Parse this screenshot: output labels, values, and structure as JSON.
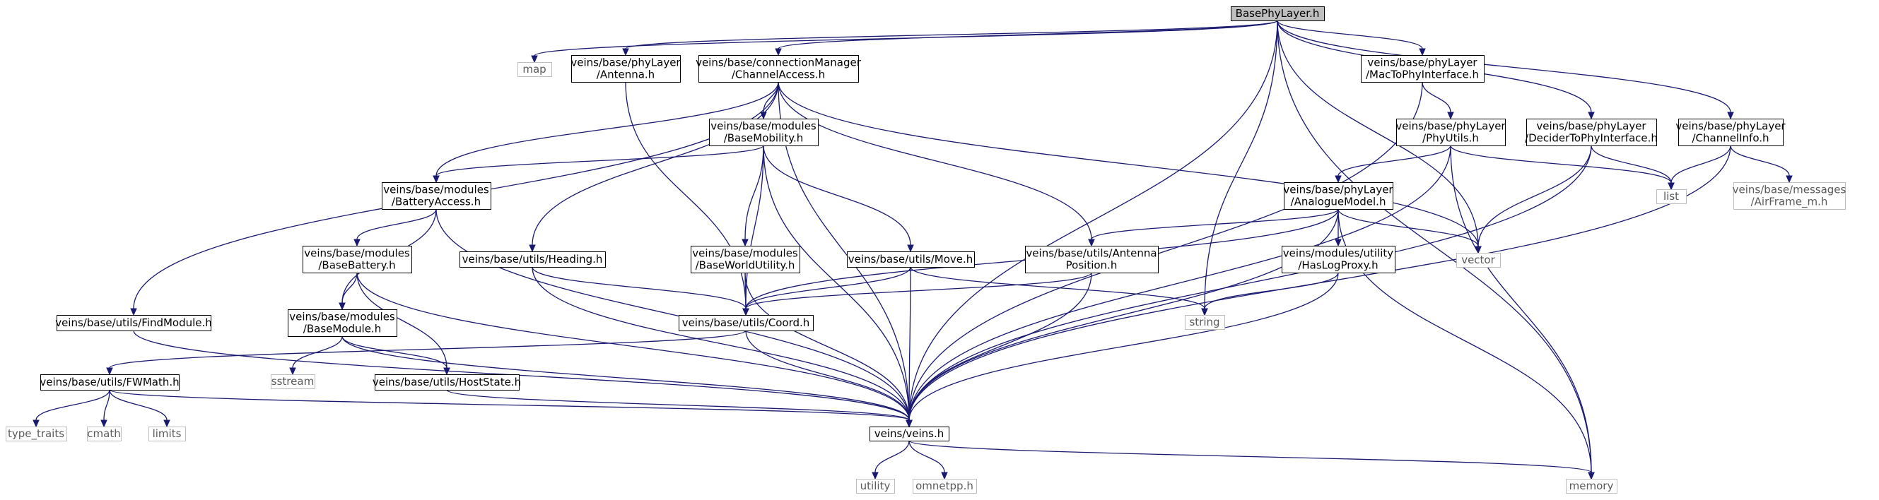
{
  "colors": {
    "edge": "#191970",
    "root_fill": "#bfbfbf",
    "node_border": "#000000",
    "external_border": "#bfbfbf",
    "external_text": "#5a5a5a"
  },
  "nodes": [
    {
      "id": "root",
      "lines": [
        "BasePhyLayer.h"
      ],
      "kind": "root"
    },
    {
      "id": "map",
      "lines": [
        "map"
      ],
      "kind": "external"
    },
    {
      "id": "antenna",
      "lines": [
        "veins/base/phyLayer",
        "/Antenna.h"
      ],
      "kind": "local"
    },
    {
      "id": "chanaccess",
      "lines": [
        "veins/base/connectionManager",
        "/ChannelAccess.h"
      ],
      "kind": "local"
    },
    {
      "id": "mac2phy",
      "lines": [
        "veins/base/phyLayer",
        "/MacToPhyInterface.h"
      ],
      "kind": "local"
    },
    {
      "id": "phyutils",
      "lines": [
        "veins/base/phyLayer",
        "/PhyUtils.h"
      ],
      "kind": "local"
    },
    {
      "id": "decider",
      "lines": [
        "veins/base/phyLayer",
        "/DeciderToPhyInterface.h"
      ],
      "kind": "local"
    },
    {
      "id": "chaninfo",
      "lines": [
        "veins/base/phyLayer",
        "/ChannelInfo.h"
      ],
      "kind": "local"
    },
    {
      "id": "basemobility",
      "lines": [
        "veins/base/modules",
        "/BaseMobility.h"
      ],
      "kind": "local"
    },
    {
      "id": "battaccess",
      "lines": [
        "veins/base/modules",
        "/BatteryAccess.h"
      ],
      "kind": "local"
    },
    {
      "id": "analogue",
      "lines": [
        "veins/base/phyLayer",
        "/AnalogueModel.h"
      ],
      "kind": "local"
    },
    {
      "id": "list",
      "lines": [
        "list"
      ],
      "kind": "external"
    },
    {
      "id": "airframe",
      "lines": [
        "veins/base/messages",
        "/AirFrame_m.h"
      ],
      "kind": "external"
    },
    {
      "id": "basebattery",
      "lines": [
        "veins/base/modules",
        "/BaseBattery.h"
      ],
      "kind": "local"
    },
    {
      "id": "heading",
      "lines": [
        "veins/base/utils/Heading.h"
      ],
      "kind": "local"
    },
    {
      "id": "worldutil",
      "lines": [
        "veins/base/modules",
        "/BaseWorldUtility.h"
      ],
      "kind": "local"
    },
    {
      "id": "move",
      "lines": [
        "veins/base/utils/Move.h"
      ],
      "kind": "local"
    },
    {
      "id": "antpos",
      "lines": [
        "veins/base/utils/Antenna",
        "Position.h"
      ],
      "kind": "local"
    },
    {
      "id": "haslog",
      "lines": [
        "veins/modules/utility",
        "/HasLogProxy.h"
      ],
      "kind": "local"
    },
    {
      "id": "vector",
      "lines": [
        "vector"
      ],
      "kind": "external"
    },
    {
      "id": "findmodule",
      "lines": [
        "veins/base/utils/FindModule.h"
      ],
      "kind": "local"
    },
    {
      "id": "basemodule",
      "lines": [
        "veins/base/modules",
        "/BaseModule.h"
      ],
      "kind": "local"
    },
    {
      "id": "coord",
      "lines": [
        "veins/base/utils/Coord.h"
      ],
      "kind": "local"
    },
    {
      "id": "string",
      "lines": [
        "string"
      ],
      "kind": "external"
    },
    {
      "id": "sstream",
      "lines": [
        "sstream"
      ],
      "kind": "external"
    },
    {
      "id": "fwmath",
      "lines": [
        "veins/base/utils/FWMath.h"
      ],
      "kind": "local"
    },
    {
      "id": "hoststate",
      "lines": [
        "veins/base/utils/HostState.h"
      ],
      "kind": "local"
    },
    {
      "id": "typetraits",
      "lines": [
        "type_traits"
      ],
      "kind": "external"
    },
    {
      "id": "cmath",
      "lines": [
        "cmath"
      ],
      "kind": "external"
    },
    {
      "id": "limits",
      "lines": [
        "limits"
      ],
      "kind": "external"
    },
    {
      "id": "veins",
      "lines": [
        "veins/veins.h"
      ],
      "kind": "local"
    },
    {
      "id": "utility",
      "lines": [
        "utility"
      ],
      "kind": "external"
    },
    {
      "id": "omnetpp",
      "lines": [
        "omnetpp.h"
      ],
      "kind": "external"
    },
    {
      "id": "memory",
      "lines": [
        "memory"
      ],
      "kind": "external"
    }
  ],
  "edges": [
    {
      "from": "root",
      "to": "map"
    },
    {
      "from": "root",
      "to": "antenna"
    },
    {
      "from": "root",
      "to": "chanaccess"
    },
    {
      "from": "root",
      "to": "mac2phy"
    },
    {
      "from": "root",
      "to": "decider"
    },
    {
      "from": "root",
      "to": "chaninfo"
    },
    {
      "from": "root",
      "to": "veins"
    },
    {
      "from": "root",
      "to": "string"
    },
    {
      "from": "root",
      "to": "vector"
    },
    {
      "from": "root",
      "to": "memory"
    },
    {
      "from": "antenna",
      "to": "coord"
    },
    {
      "from": "chanaccess",
      "to": "findmodule"
    },
    {
      "from": "chanaccess",
      "to": "basemobility"
    },
    {
      "from": "chanaccess",
      "to": "battaccess"
    },
    {
      "from": "chanaccess",
      "to": "heading"
    },
    {
      "from": "chanaccess",
      "to": "antpos"
    },
    {
      "from": "chanaccess",
      "to": "vector"
    },
    {
      "from": "chanaccess",
      "to": "veins"
    },
    {
      "from": "basemobility",
      "to": "battaccess"
    },
    {
      "from": "basemobility",
      "to": "worldutil"
    },
    {
      "from": "basemobility",
      "to": "move"
    },
    {
      "from": "basemobility",
      "to": "coord"
    },
    {
      "from": "basemobility",
      "to": "veins"
    },
    {
      "from": "battaccess",
      "to": "basebattery"
    },
    {
      "from": "battaccess",
      "to": "basemodule"
    },
    {
      "from": "battaccess",
      "to": "veins"
    },
    {
      "from": "basebattery",
      "to": "basemodule"
    },
    {
      "from": "basebattery",
      "to": "hoststate"
    },
    {
      "from": "basebattery",
      "to": "veins"
    },
    {
      "from": "basemodule",
      "to": "sstream"
    },
    {
      "from": "basemodule",
      "to": "hoststate"
    },
    {
      "from": "basemodule",
      "to": "veins"
    },
    {
      "from": "heading",
      "to": "coord"
    },
    {
      "from": "heading",
      "to": "veins"
    },
    {
      "from": "worldutil",
      "to": "coord"
    },
    {
      "from": "worldutil",
      "to": "veins"
    },
    {
      "from": "move",
      "to": "coord"
    },
    {
      "from": "move",
      "to": "string"
    },
    {
      "from": "move",
      "to": "veins"
    },
    {
      "from": "antpos",
      "to": "coord"
    },
    {
      "from": "antpos",
      "to": "veins"
    },
    {
      "from": "coord",
      "to": "fwmath"
    },
    {
      "from": "coord",
      "to": "veins"
    },
    {
      "from": "findmodule",
      "to": "veins"
    },
    {
      "from": "fwmath",
      "to": "typetraits"
    },
    {
      "from": "fwmath",
      "to": "cmath"
    },
    {
      "from": "fwmath",
      "to": "limits"
    },
    {
      "from": "fwmath",
      "to": "veins"
    },
    {
      "from": "hoststate",
      "to": "veins"
    },
    {
      "from": "mac2phy",
      "to": "phyutils"
    },
    {
      "from": "mac2phy",
      "to": "veins"
    },
    {
      "from": "phyutils",
      "to": "analogue"
    },
    {
      "from": "phyutils",
      "to": "list"
    },
    {
      "from": "phyutils",
      "to": "veins"
    },
    {
      "from": "phyutils",
      "to": "memory"
    },
    {
      "from": "analogue",
      "to": "coord"
    },
    {
      "from": "analogue",
      "to": "antpos"
    },
    {
      "from": "analogue",
      "to": "haslog"
    },
    {
      "from": "analogue",
      "to": "vector"
    },
    {
      "from": "analogue",
      "to": "veins"
    },
    {
      "from": "analogue",
      "to": "memory"
    },
    {
      "from": "haslog",
      "to": "string"
    },
    {
      "from": "haslog",
      "to": "veins"
    },
    {
      "from": "decider",
      "to": "vector"
    },
    {
      "from": "decider",
      "to": "list"
    },
    {
      "from": "decider",
      "to": "veins"
    },
    {
      "from": "chaninfo",
      "to": "list"
    },
    {
      "from": "chaninfo",
      "to": "airframe"
    },
    {
      "from": "chaninfo",
      "to": "veins"
    },
    {
      "from": "veins",
      "to": "utility"
    },
    {
      "from": "veins",
      "to": "omnetpp"
    },
    {
      "from": "veins",
      "to": "memory"
    }
  ]
}
